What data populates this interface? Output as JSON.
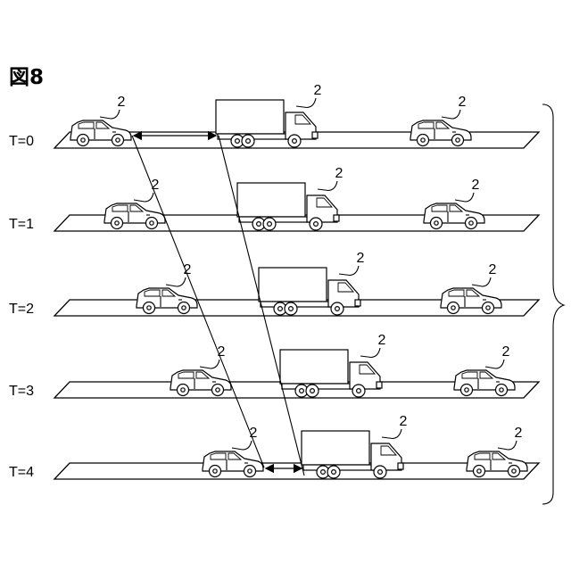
{
  "figure": {
    "title": "図8"
  },
  "reference_label": "2",
  "rows": [
    {
      "time_label": "T=0"
    },
    {
      "time_label": "T=1"
    },
    {
      "time_label": "T=2"
    },
    {
      "time_label": "T=3"
    },
    {
      "time_label": "T=4"
    }
  ]
}
